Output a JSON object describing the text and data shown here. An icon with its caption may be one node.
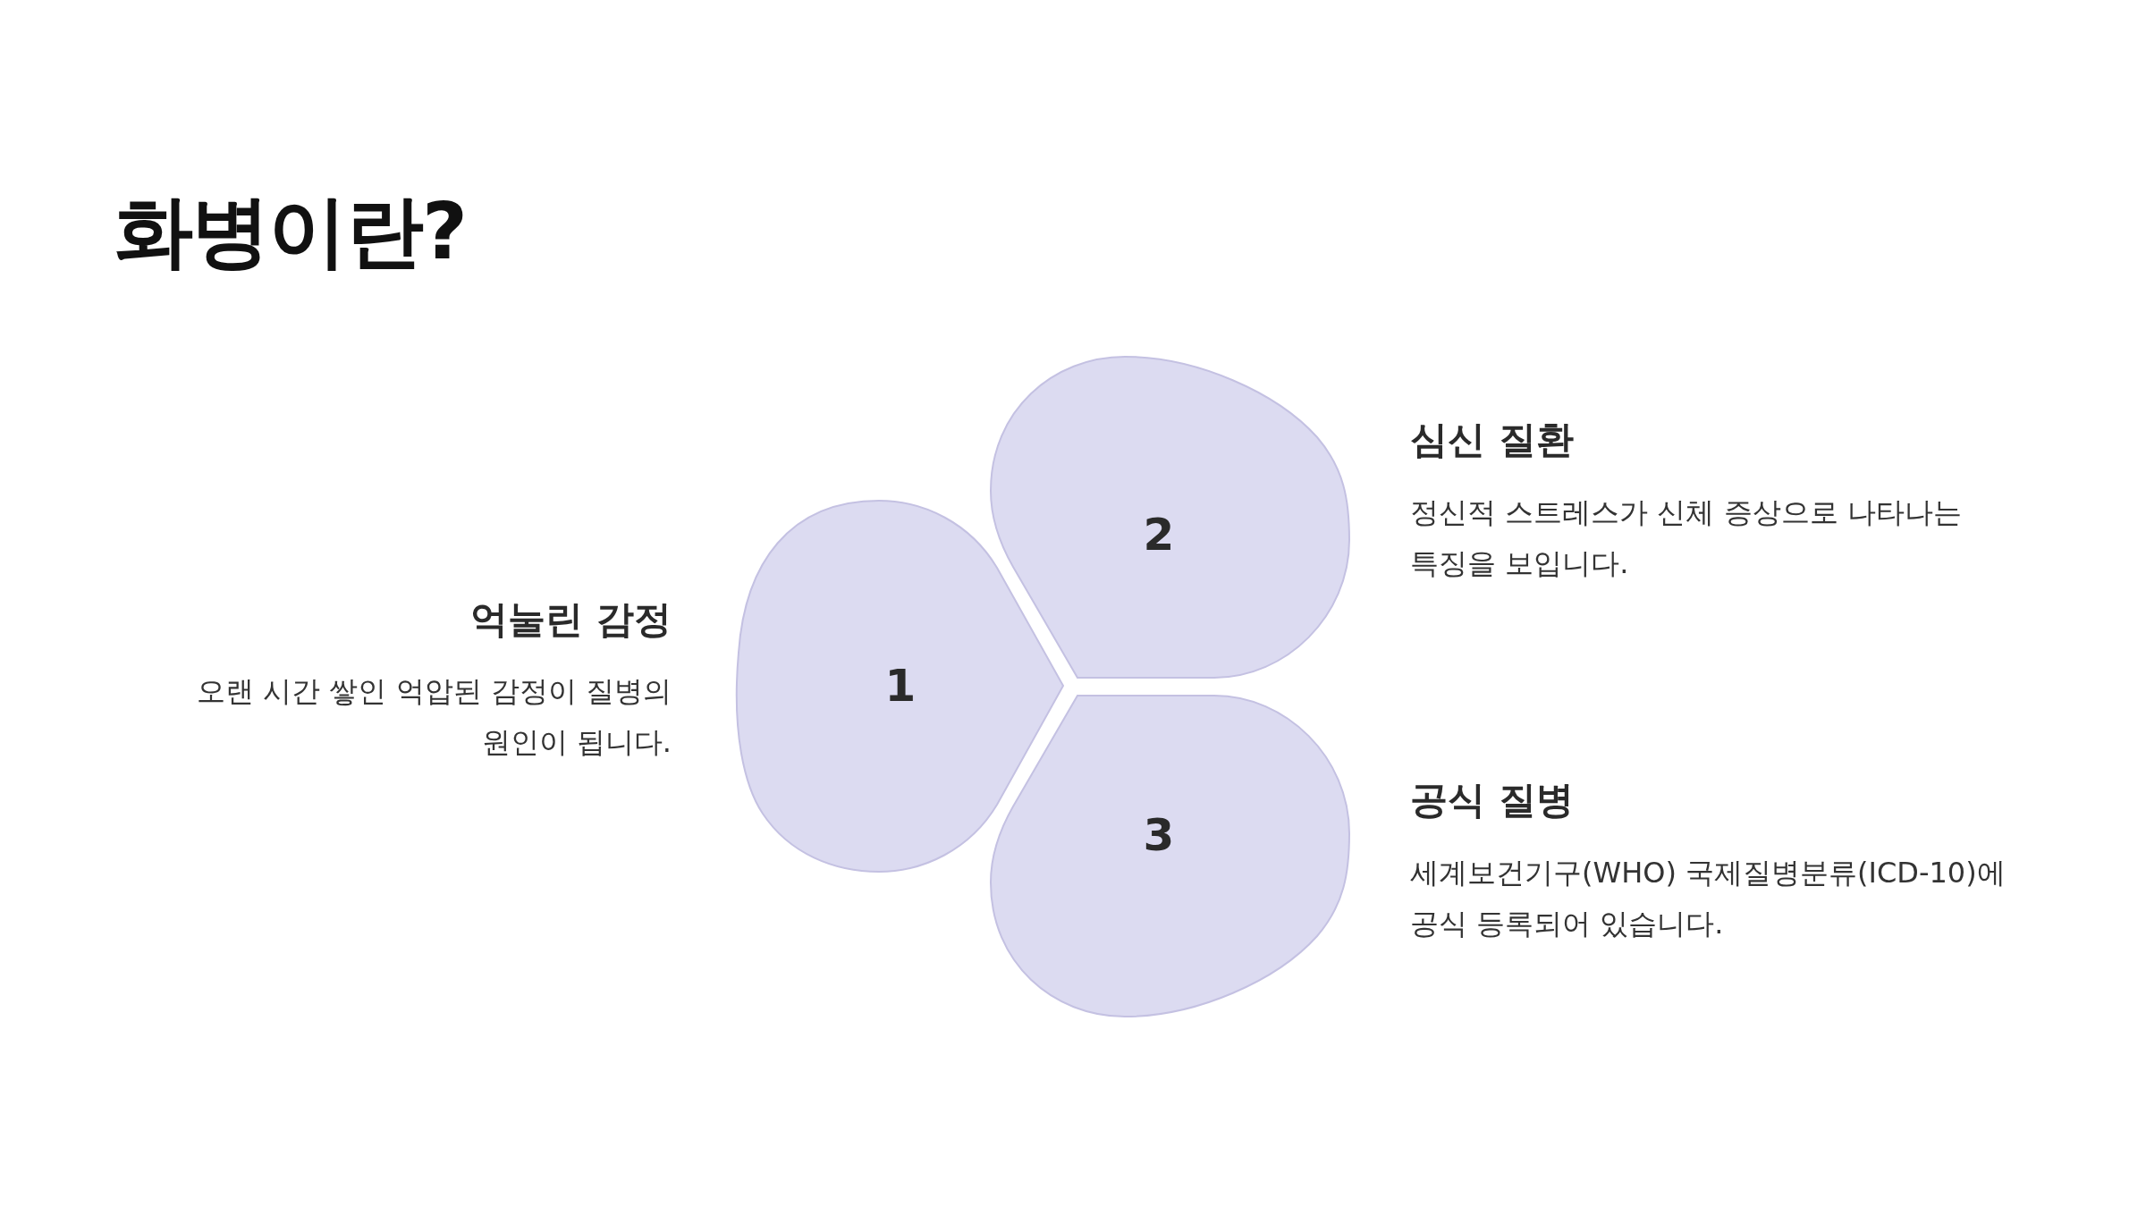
{
  "diagram": {
    "title": "화병이란?",
    "nodes": [
      {
        "text": [
          "1"
        ],
        "beside": [
          "억눌린 감정",
          "오랜 시간 쌓인 억압된 감정이 질병의 원인이 됩니다."
        ]
      },
      {
        "text": [
          "2"
        ],
        "beside": [
          "심신 질환",
          "정신적 스트레스가 신체 증상으로 나타나는 특징을 보입니다."
        ]
      },
      {
        "text": [
          "3"
        ],
        "beside": [
          "공식 질병",
          "세계보건기구(WHO) 국제질병분류(ICD-10)에 공식 등록되어 있습니다."
        ]
      }
    ]
  }
}
